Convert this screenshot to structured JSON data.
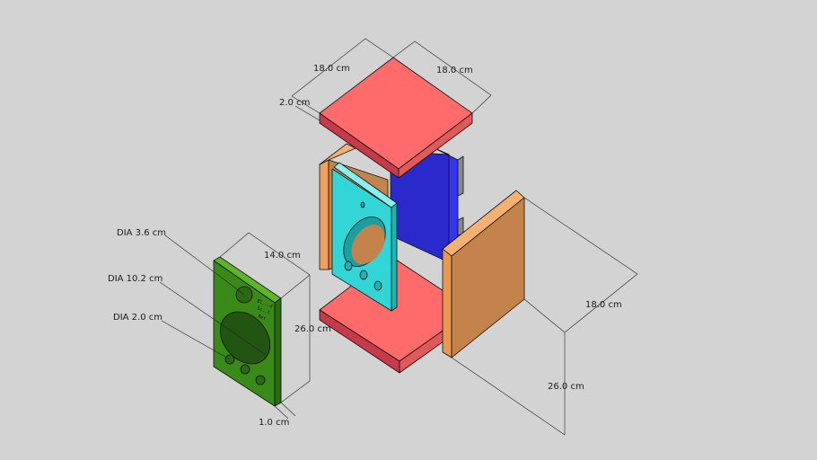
{
  "colors": {
    "background": "#d3d3d3",
    "top_panel": "#ff6b6b",
    "bottom_panel": "#ff6b6b",
    "side_panel": "#d08a4c",
    "back_panel": "#2a2acc",
    "front_baffle": "#33d6d6",
    "front_baffle_template": "#3a8a1a"
  },
  "dimensions": {
    "top_width": "18.0 cm",
    "top_depth": "18.0 cm",
    "panel_thickness": "2.0 cm",
    "side_depth": "18.0 cm",
    "side_height": "26.0 cm",
    "baffle_width": "14.0 cm",
    "baffle_height": "26.0 cm",
    "baffle_thickness": "1.0 cm"
  },
  "hole_labels": {
    "tweeter": "DIA 3.6 cm",
    "woofer": "DIA 10.2 cm",
    "port": "DIA 2.0 cm"
  },
  "template_scribble": [
    "Bl...d",
    "Sc..t",
    "Ret"
  ]
}
